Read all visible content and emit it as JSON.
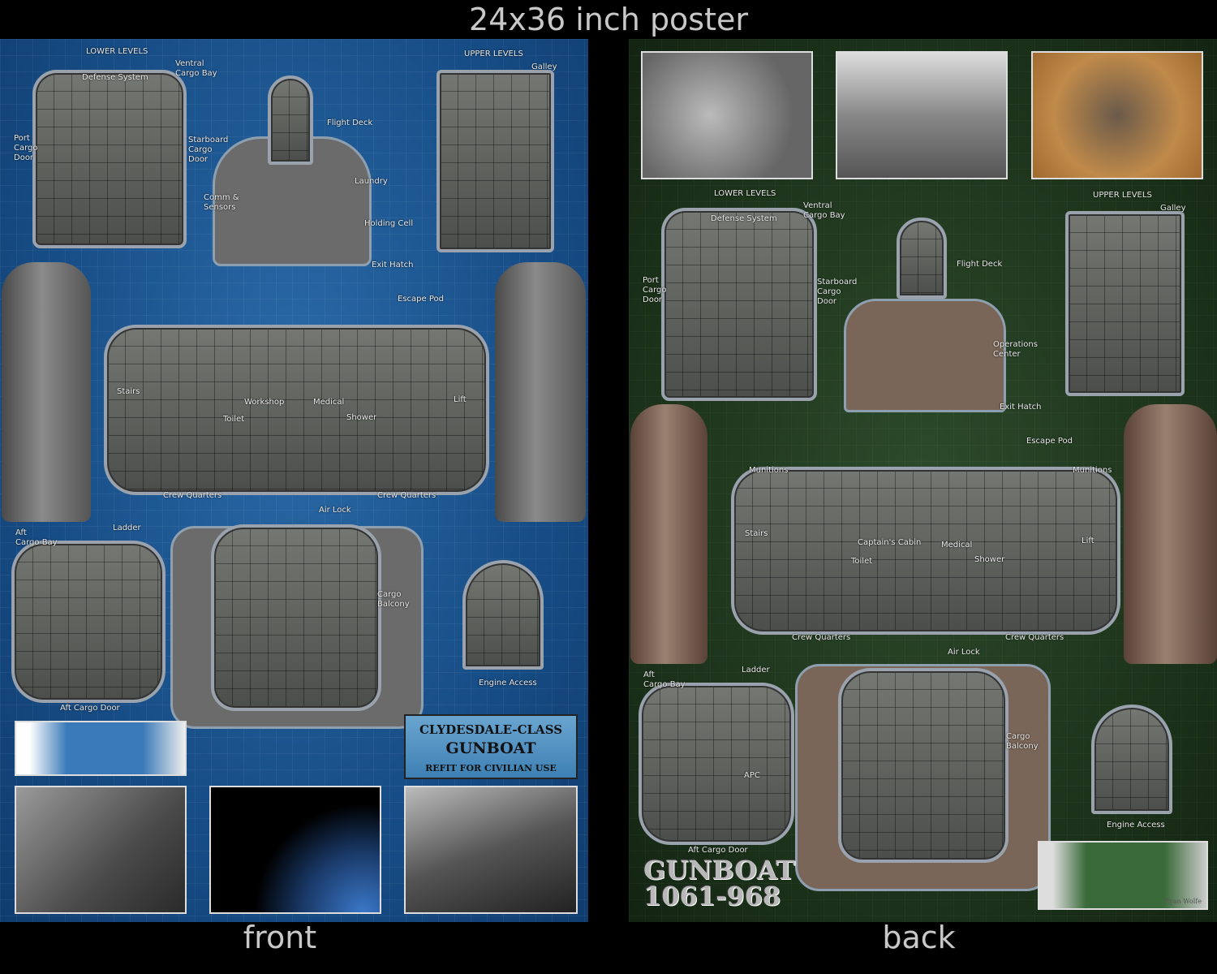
{
  "header": {
    "title": "24x36 inch poster"
  },
  "captions": {
    "front": "front",
    "back": "back"
  },
  "front": {
    "labels": [
      "LOWER LEVELS",
      "Ventral\nCargo Bay",
      "Defense System",
      "Port\nCargo\nDoor",
      "Starboard\nCargo\nDoor",
      "UPPER LEVELS",
      "Galley",
      "Flight Deck",
      "Laundry",
      "Comm &\nSensors",
      "Holding Cell",
      "Exit Hatch",
      "Escape Pod",
      "Stairs",
      "Workshop",
      "Medical",
      "Lift",
      "Toilet",
      "Shower",
      "Crew Quarters",
      "Crew Quarters",
      "Air Lock",
      "Ladder",
      "Aft\nCargo Bay",
      "Cargo\nBalcony",
      "Engine Access",
      "Aft Cargo Door"
    ],
    "title_box": {
      "line1": "CLYDESDALE-CLASS",
      "line2": "GUNBOAT",
      "line3": "REFIT FOR CIVILIAN USE"
    }
  },
  "back": {
    "labels": [
      "LOWER LEVELS",
      "Ventral\nCargo Bay",
      "Defense System",
      "Port\nCargo\nDoor",
      "Starboard\nCargo\nDoor",
      "UPPER LEVELS",
      "Galley",
      "Flight Deck",
      "Operations\nCenter",
      "Exit Hatch",
      "Escape Pod",
      "Munitions",
      "Munitions",
      "Stairs",
      "Captain's Cabin",
      "Medical",
      "Lift",
      "Toilet",
      "Shower",
      "Crew Quarters",
      "Crew Quarters",
      "Air Lock",
      "Ladder",
      "Aft\nCargo Bay",
      "Cargo\nBalcony",
      "APC",
      "Engine Access",
      "Aft Cargo Door"
    ],
    "title": {
      "line1": "GUNBOAT",
      "line2": "1061-968"
    },
    "signature": "Ryan Wolfe"
  }
}
